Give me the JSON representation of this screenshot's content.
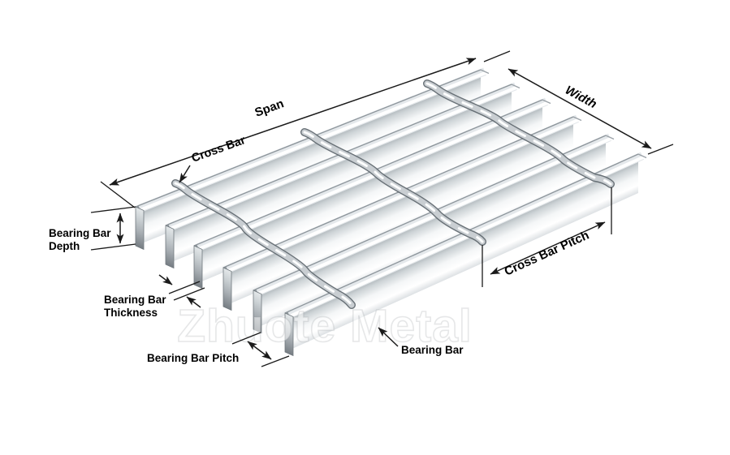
{
  "watermark": "Zhuote Metal",
  "labels": {
    "span": "Span",
    "width": "Width",
    "cross_bar": "Cross Bar",
    "bearing_bar_depth_line1": "Bearing Bar",
    "bearing_bar_depth_line2": "Depth",
    "bearing_bar_thickness_line1": "Bearing Bar",
    "bearing_bar_thickness_line2": "Thickness",
    "bearing_bar_pitch": "Bearing Bar Pitch",
    "cross_bar_pitch": "Cross Bar Pitch",
    "bearing_bar": "Bearing Bar"
  },
  "structure": {
    "bearing_bar_count": 6,
    "cross_bar_count": 3
  },
  "colors": {
    "background": "#ffffff",
    "dimension_line": "#1a1a1a",
    "label_text": "#000000",
    "metal_highlight": "#ffffff",
    "metal_mid": "#c9ced2",
    "metal_shadow": "#82898f",
    "watermark_gray": "#dfe2e4"
  }
}
